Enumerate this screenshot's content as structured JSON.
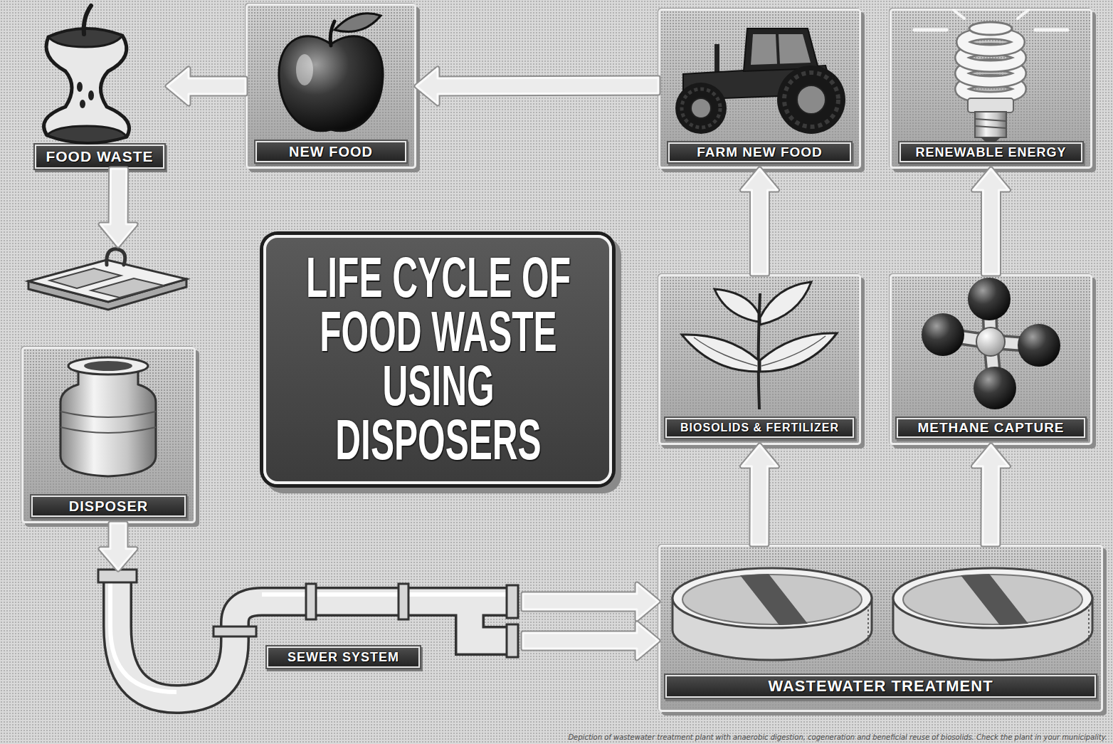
{
  "diagram": {
    "title": "LIFE CYCLE OF FOOD WASTE USING DISPOSERS",
    "caption": "Depiction of wastewater treatment plant with anaerobic digestion, cogeneration and beneficial reuse of biosolids. Check the plant in your municipality.",
    "nodes": [
      {
        "text": [
          "FOOD WASTE"
        ]
      },
      {
        "text": [
          "NEW FOOD"
        ]
      },
      {
        "text": [
          "FARM NEW FOOD"
        ]
      },
      {
        "text": [
          "RENEWABLE ENERGY"
        ]
      },
      {
        "text": [
          "DISPOSER"
        ]
      },
      {
        "text": [
          "BIOSOLIDS & FERTILIZER"
        ]
      },
      {
        "text": [
          "METHANE CAPTURE"
        ]
      },
      {
        "text": [
          "SEWER SYSTEM"
        ]
      },
      {
        "text": [
          "WASTEWATER TREATMENT"
        ]
      }
    ],
    "edges": [
      {
        "from": 0,
        "to": 4,
        "arrow": "to"
      },
      {
        "from": 4,
        "to": 7,
        "arrow": "to"
      },
      {
        "from": 7,
        "to": 8,
        "arrow": "to"
      },
      {
        "from": 7,
        "to": 8,
        "arrow": "to"
      },
      {
        "from": 8,
        "to": 5,
        "arrow": "to"
      },
      {
        "from": 8,
        "to": 6,
        "arrow": "to"
      },
      {
        "from": 5,
        "to": 2,
        "arrow": "to"
      },
      {
        "from": 6,
        "to": 3,
        "arrow": "to"
      },
      {
        "from": 2,
        "to": 1,
        "arrow": "to"
      },
      {
        "from": 1,
        "to": 0,
        "arrow": "to"
      }
    ]
  }
}
